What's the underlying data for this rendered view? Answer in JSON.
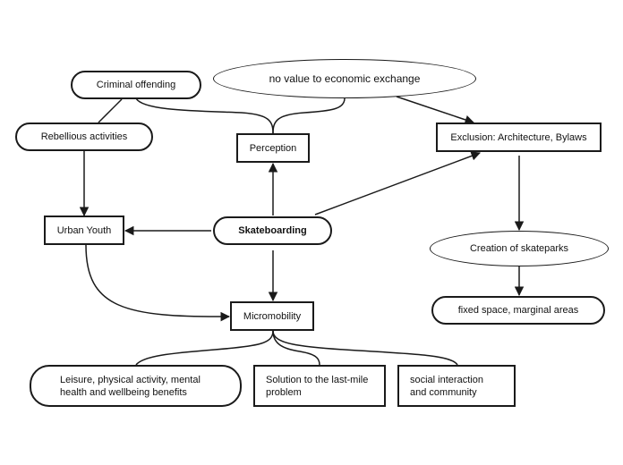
{
  "nodes": {
    "criminal_offending": "Criminal offending",
    "economic_exchange": "no value to economic exchange",
    "rebellious_activities": "Rebellious activities",
    "perception": "Perception",
    "exclusion": "Exclusion: Architecture, Bylaws",
    "urban_youth": "Urban Youth",
    "skateboarding": "Skateboarding",
    "creation_skateparks": "Creation of skateparks",
    "fixed_space": "fixed space, marginal areas",
    "micromobility": "Micromobility",
    "leisure": "Leisure, physical activity, mental\nhealth and wellbeing benefits",
    "last_mile": "Solution to the last-mile\nproblem",
    "social_interaction": "social interaction\nand community"
  },
  "colors": {
    "line": "#1a1a1a",
    "background": "#ffffff"
  }
}
